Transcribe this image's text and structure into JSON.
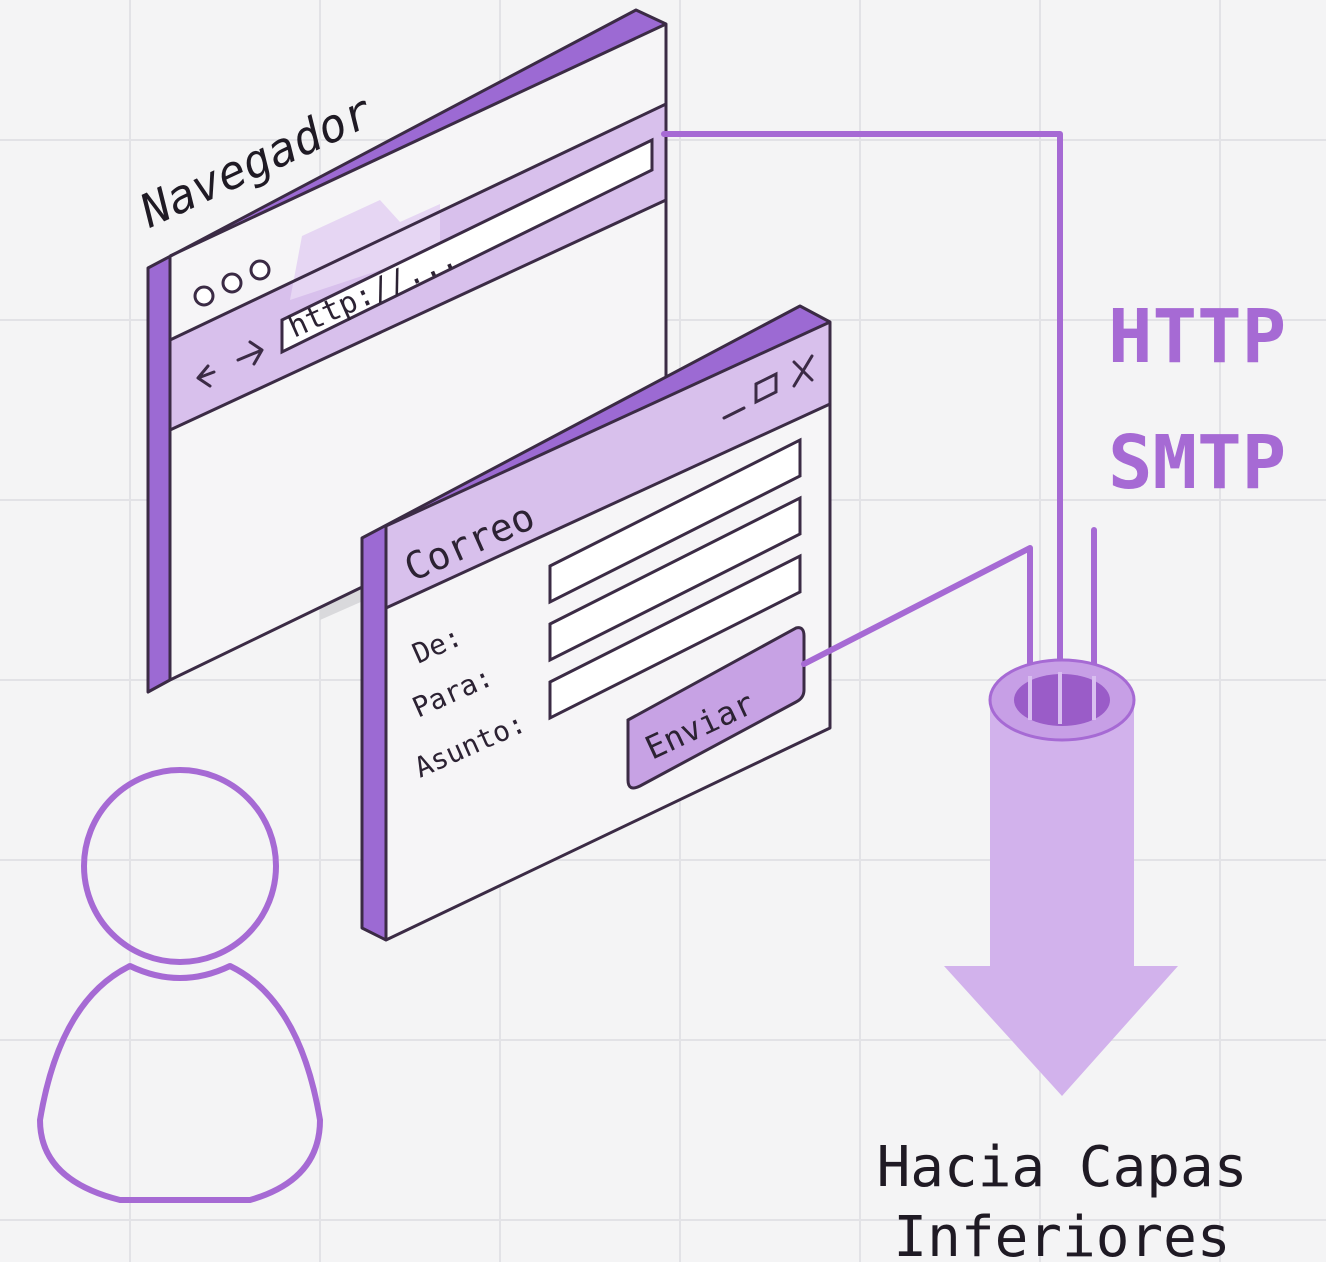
{
  "browser": {
    "title": "Navegador",
    "url": "http://...",
    "dots_icon": "three-dots-icon",
    "nav_icons": [
      "back-arrow-icon",
      "forward-arrow-icon"
    ]
  },
  "mail": {
    "title": "Correo",
    "labels": [
      "De:",
      "Para:",
      "Asunto:"
    ],
    "send_label": "Enviar",
    "window_controls": [
      "minimize-icon",
      "maximize-icon",
      "close-icon"
    ]
  },
  "protocols": [
    "HTTP",
    "SMTP"
  ],
  "destination": {
    "line1": "Hacia Capas",
    "line2": "Inferiores"
  },
  "colors": {
    "accent": "#a66ad4",
    "accent_dark": "#9c6ad3",
    "accent_light": "#d8c0ec",
    "outline": "#3b2b45",
    "background": "#f4f4f5",
    "grid": "#e2e2e6"
  }
}
